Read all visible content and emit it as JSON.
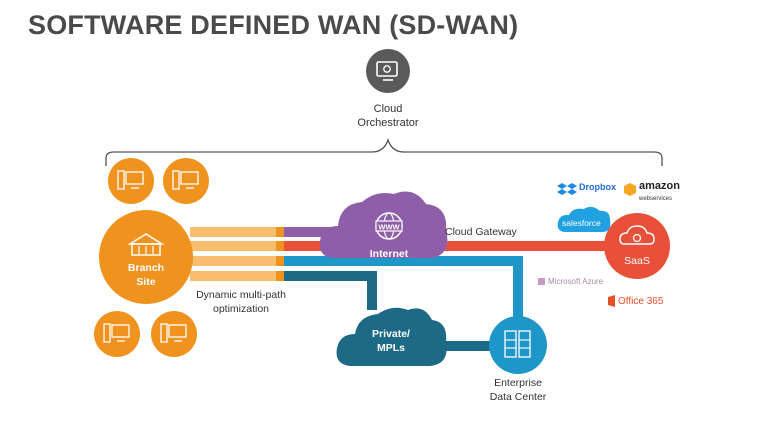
{
  "title": "SOFTWARE DEFINED WAN (SD-WAN)",
  "colors": {
    "orange": "#f0931e",
    "light_orange": "#f7b55a",
    "purple": "#8e5ea8",
    "red": "#e8503a",
    "blue": "#1e96c8",
    "dark_teal": "#1c6a86",
    "gray": "#555555"
  },
  "nodes": {
    "cloud_orchestrator": {
      "label_line1": "Cloud",
      "label_line2": "Orchestrator",
      "icon": "monitor-settings-icon"
    },
    "branch_site": {
      "label_line1": "Branch",
      "label_line2": "Site",
      "icon": "building-icon"
    },
    "internet": {
      "label": "Internet",
      "icon": "www-globe-icon"
    },
    "private_mpls": {
      "label_line1": "Private/",
      "label_line2": "MPLs"
    },
    "saas": {
      "label": "SaaS",
      "icon": "cloud-gear-icon"
    },
    "data_center": {
      "label_line1": "Enterprise",
      "label_line2": "Data Center",
      "icon": "server-rack-icon"
    }
  },
  "labels": {
    "cloud_gateway": "Cloud Gateway",
    "multipath_line1": "Dynamic multi-path",
    "multipath_line2": "optimization"
  },
  "branch_devices": [
    "desktop-computer-icon",
    "desktop-computer-icon",
    "desktop-computer-icon",
    "desktop-computer-icon"
  ],
  "saas_logos": {
    "dropbox": "Dropbox",
    "amazon_line1": "amazon",
    "amazon_line2": "webservices",
    "salesforce": "salesforce",
    "azure": "Microsoft Azure",
    "office365": "Office 365"
  }
}
